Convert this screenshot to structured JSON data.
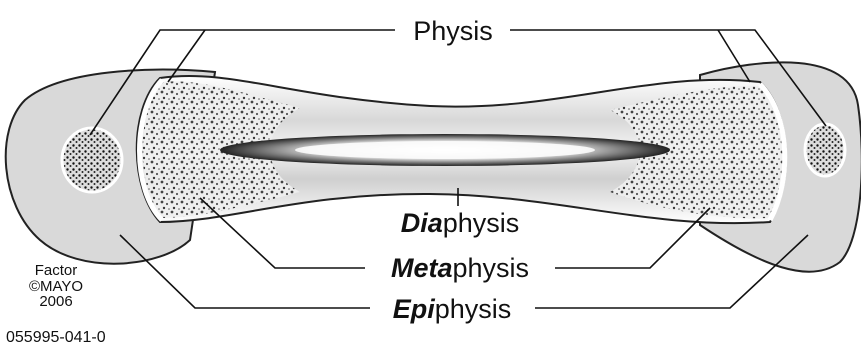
{
  "labels": {
    "physis": "Physis",
    "diaphysis": {
      "bold": "Dia",
      "rest": "physis"
    },
    "metaphysis": {
      "bold": "Meta",
      "rest": "physis"
    },
    "epiphysis": {
      "bold": "Epi",
      "rest": "physis"
    }
  },
  "credit": {
    "line1": "Factor",
    "line2": "©MAYO",
    "line3": "2006"
  },
  "figure_code": "055995-041-0",
  "colors": {
    "epiphysis_fill": "#d9d9d9",
    "outline": "#222222",
    "physis_plate": "#ffffff",
    "leader": "#111111"
  }
}
